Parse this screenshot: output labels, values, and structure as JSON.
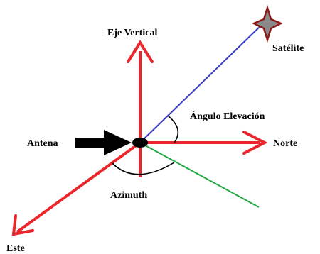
{
  "labels": {
    "vertical_axis": "Eje Vertical",
    "satellite": "Satélite",
    "elevation_angle": "Ángulo Elevación",
    "antenna": "Antena",
    "north": "Norte",
    "azimuth": "Azimuth",
    "east": "Este"
  },
  "colors": {
    "axes": "#e8262b",
    "satellite_line": "#3a3fc4",
    "projection_line": "#22a844",
    "arcs": "#000000",
    "antenna_arrow": "#000000",
    "satellite_fill": "#8a8a8a",
    "satellite_outline": "#8b1a1a"
  },
  "icons": {
    "antenna": "antenna-dot-icon",
    "satellite": "four-point-star-icon"
  }
}
